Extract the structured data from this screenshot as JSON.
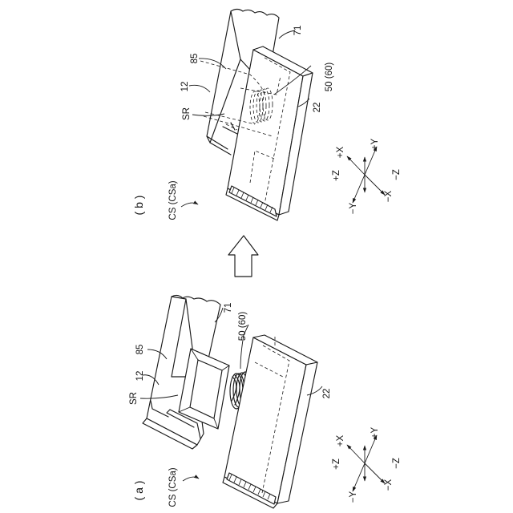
{
  "panels": [
    {
      "id": "a",
      "title": "( a )",
      "assembly": "CS (CSa)",
      "labels": {
        "base": "12",
        "cover": "22",
        "inner": "71",
        "recess": "85",
        "spring": "50 (60)",
        "region": "SR"
      },
      "axes": {
        "px": "+X",
        "nx": "−X",
        "py": "+Y",
        "ny": "−Y",
        "pz": "+Z",
        "nz": "−Z"
      }
    },
    {
      "id": "b",
      "title": "( b )",
      "assembly": "CS (CSa)",
      "labels": {
        "base": "12",
        "cover": "22",
        "inner": "71",
        "recess": "85",
        "spring": "50 (60)",
        "region": "SR"
      },
      "axes": {
        "px": "+X",
        "nx": "−X",
        "py": "+Y",
        "ny": "−Y",
        "pz": "+Z",
        "nz": "−Z"
      }
    }
  ]
}
